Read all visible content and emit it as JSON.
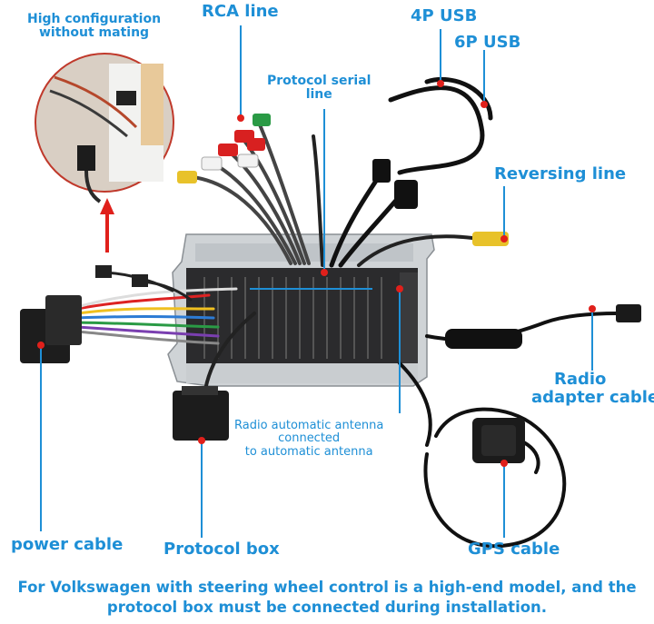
{
  "labels": {
    "high_config": "High configuration\nwithout mating",
    "high_config_line1": "High configuration",
    "high_config_line2": "without mating",
    "rca_line": "RCA line",
    "usb_4p": "4P USB",
    "usb_6p": "6P USB",
    "protocol_serial_line1": "Protocol serial",
    "protocol_serial_line2": "line",
    "reversing_line": "Reversing line",
    "radio_adapter_line1": "Radio",
    "radio_adapter_line2": "adapter cable",
    "antenna_line1": "Radio automatic antenna",
    "antenna_line2": "connected",
    "antenna_line3": "to automatic antenna",
    "power_cable": "power cable",
    "protocol_box": "Protocol box",
    "gps_cable": "GPS cable"
  },
  "footer": {
    "line1": "For Volkswagen with steering wheel control is a high-end model, and the",
    "line2": "protocol box must be connected during installation."
  },
  "colors": {
    "label": "#1e8fd6",
    "marker": "#e0201b",
    "leader": "#1e8fd6"
  }
}
